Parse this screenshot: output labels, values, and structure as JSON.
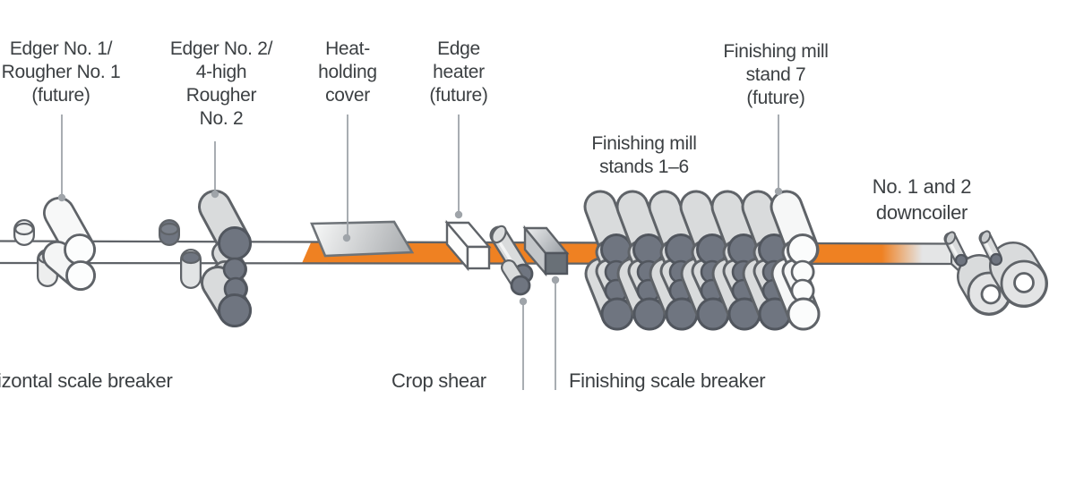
{
  "title": "Hot strip mill process diagram",
  "palette": {
    "orange": "#EF8122",
    "outline": "#5F6368",
    "roll_dark": "#6F7580",
    "roll_dark_stroke": "#51565E",
    "light_roll": "#D9DBDC",
    "white_roll": "#F6F7F7",
    "leader": "#9FA4A9",
    "text": "#3C4043",
    "panel_light": "#F4F5F5",
    "panel_dark": "#A8ABAE",
    "strip_gray": "#E4E5E6"
  },
  "labels": {
    "edger1": "Edger No. 1/\nRougher No. 1\n(future)",
    "edger2": "Edger No. 2/\n4-high\nRougher\nNo. 2",
    "heat_cover": "Heat-\nholding\ncover",
    "edge_heater": "Edge\nheater\n(future)",
    "fm_stand7": "Finishing mill\nstand 7\n(future)",
    "fm_stands16": "Finishing mill\nstands 1–6",
    "downcoiler": "No. 1 and 2\ndowncoiler",
    "horizontal_sb": "izontal scale breaker",
    "crop_shear": "Crop shear",
    "finishing_sb": "Finishing scale breaker"
  }
}
